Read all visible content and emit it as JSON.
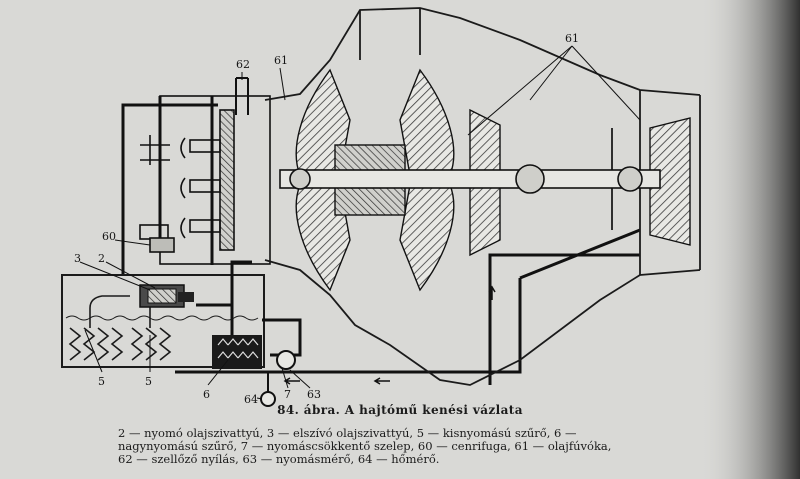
{
  "figure": {
    "title": "84. ábra. A hajtómű kenési vázlata",
    "legend_lines": [
      "2 — nyomó olajszivattyú, 3 — elszívó olajszivattyú, 5 — kisnyomású szűrő, 6 —",
      "nagynyomású szűrő, 7 — nyomáscsökkentő szelep, 60 — cenrifuga, 61 — olajfúvóka,",
      "62 — szellőző nyílás, 63 — nyomásmérő, 64 — hőmérő."
    ]
  },
  "callouts": {
    "c3": "3",
    "c2": "2",
    "c60": "60",
    "c62": "62",
    "c61a": "61",
    "c61b": "61",
    "c5a": "5",
    "c5b": "5",
    "c6": "6",
    "c7": "7",
    "c63": "63",
    "c64": "64"
  },
  "colors": {
    "paper": "#d9d9d6",
    "ink": "#1b1b1b",
    "hatch": "#3a3a3a",
    "shadow": "#2a2a2a"
  }
}
